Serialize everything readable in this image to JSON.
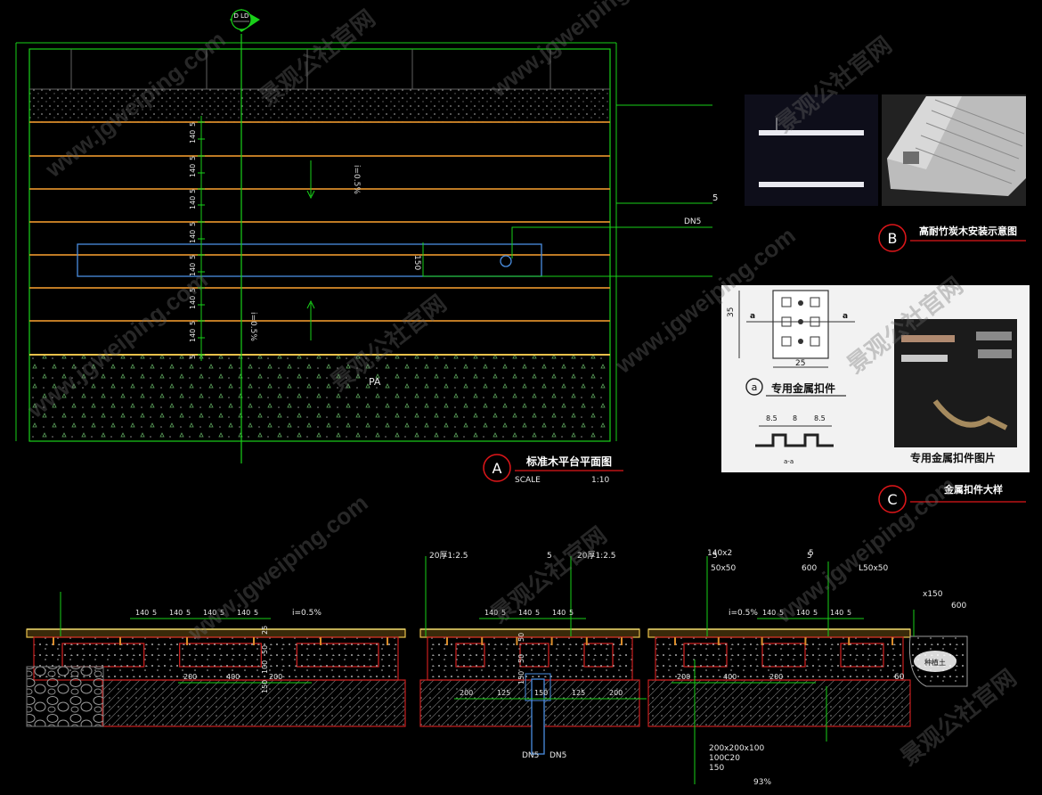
{
  "axis_marker": "D LD",
  "plan": {
    "title": "标准木平台平面图",
    "badge": "A",
    "scale_label": "SCALE",
    "scale_value": "1:10",
    "fill_label": "PA",
    "slope_top": "i=0.5%",
    "slope_bottom": "i=0.5%",
    "vertical_dims": [
      "5",
      "140",
      "5",
      "140",
      "5",
      "140",
      "5",
      "140",
      "5",
      "140",
      "5",
      "140",
      "5",
      "140",
      "5"
    ],
    "drain_dim": "150",
    "callouts": {
      "c1": "",
      "board": "",
      "board_suffix": "5",
      "drain": "DN5",
      "drain_sub": "",
      "edge": ""
    }
  },
  "detail_b": {
    "badge": "B",
    "title": "高耐竹炭木安装示意图"
  },
  "detail_c": {
    "badge": "C",
    "title": "金属扣件大样",
    "clip_label": "专用金属扣件",
    "clip_badge": "a",
    "photo_caption": "专用金属扣件图片",
    "dim_35": "35",
    "dim_25": "25",
    "dims_85": [
      "8.5",
      "8",
      "8.5"
    ],
    "sec_a_left": "a",
    "sec_a_right": "a",
    "sec_label": "a-a"
  },
  "section": {
    "top_labels": [
      "20厚1:2.5",
      "5",
      "20厚1:2.5",
      "5",
      "5"
    ],
    "dims_top_left": [
      "140",
      "5",
      "140",
      "5",
      "140",
      "5",
      "140",
      "5"
    ],
    "dims_top_mid": [
      "140",
      "5",
      "140",
      "5",
      "140",
      "5"
    ],
    "dims_top_right": [
      "140",
      "5",
      "140",
      "5",
      "140",
      "5"
    ],
    "slope_left": "i=0.5%",
    "slope_right": "i=0.5%",
    "dims_bottom_left": [
      "200",
      "400",
      "200"
    ],
    "dims_bottom_mid": [
      "200",
      "125",
      "150",
      "125",
      "200"
    ],
    "dims_bottom_right": [
      "200",
      "400",
      "200"
    ],
    "vert_left": [
      "25",
      "50",
      "100",
      "150"
    ],
    "vert_mid": [
      "50",
      "50",
      "150"
    ],
    "right_notes": [
      "DN5",
      "200x200x100",
      "100C20",
      "150",
      "93%"
    ],
    "right_top_notes": [
      "140x2",
      "5",
      "50x50",
      "600",
      "L50x50",
      "x150",
      "600"
    ],
    "drain_bottom": "DN5",
    "end_dim": "60"
  },
  "colors": {
    "grid": "#19d019",
    "board": "#d98c2a",
    "board_edge": "#e8c14a",
    "hatch": "#9a9a9a",
    "section_red": "#c81e1e",
    "badge": "#e0161a",
    "drain_blue": "#4a8ee0"
  },
  "watermark": [
    "www.jgweiping.com",
    "景观公社官网"
  ]
}
